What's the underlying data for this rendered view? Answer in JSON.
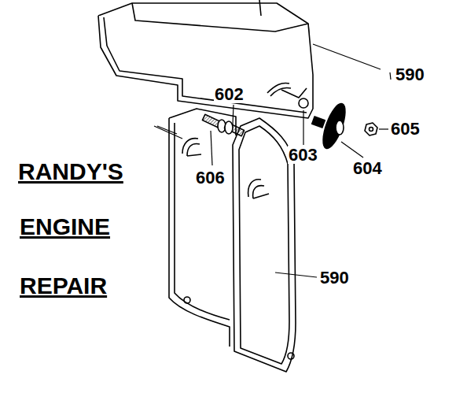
{
  "diagram": {
    "labels": [
      "590",
      "602",
      "606",
      "603",
      "604",
      "605",
      "590",
      "RANDY'S",
      "ENGINE",
      "REPAIR"
    ]
  }
}
